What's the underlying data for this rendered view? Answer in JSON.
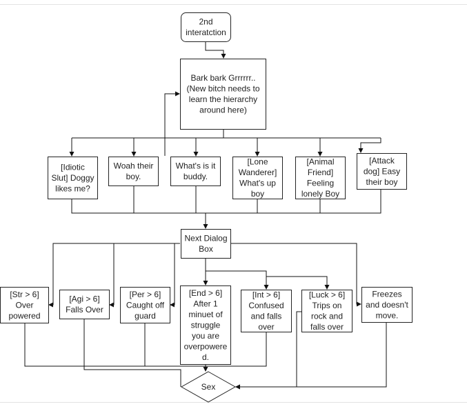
{
  "diagram": {
    "start": "2nd interatction",
    "greeting": "Bark bark Grrrrrr.. (New bitch needs to learn the hierarchy around here)",
    "choices": [
      "[Idiotic Slut] Doggy likes me?",
      "Woah their boy.",
      "What's is it buddy.",
      "[Lone Wanderer] What's up boy",
      "[Animal Friend] Feeling lonely Boy",
      "[Attack dog] Easy their boy"
    ],
    "next": "Next Dialog Box",
    "checks": [
      "[Str > 6] Over powered",
      "[Agi > 6] Falls Over",
      "[Per > 6] Caught off guard",
      "[End > 6] After 1 minuet of struggle you are overpowered.",
      "[Int > 6] Confused and falls over",
      "[Luck > 6] Trips on rock and falls over",
      "Freezes and doesn't move."
    ],
    "end": "Sex"
  }
}
